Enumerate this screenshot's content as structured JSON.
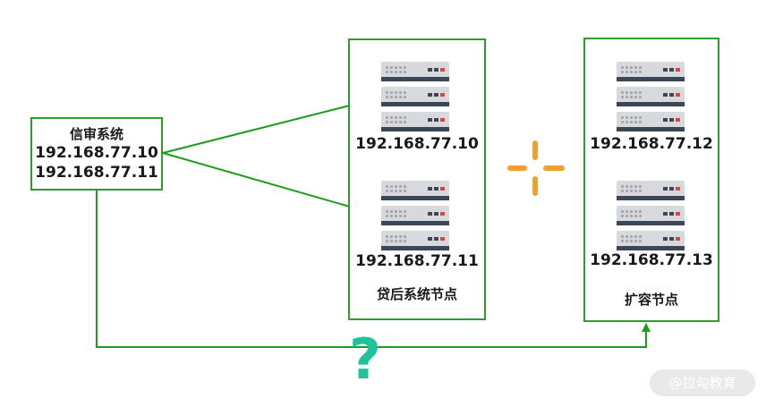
{
  "credit_system": {
    "title": "信审系统",
    "ip_1": "192.168.77.10",
    "ip_2": "192.168.77.11"
  },
  "post_loan_nodes": {
    "label": "贷后系统节点",
    "server_1_ip": "192.168.77.10",
    "server_2_ip": "192.168.77.11"
  },
  "expansion_nodes": {
    "label": "扩容节点",
    "server_1_ip": "192.168.77.12",
    "server_2_ip": "192.168.77.13"
  },
  "question_mark": "?",
  "watermark": "@拉勾教育",
  "colors": {
    "border": "#2e9c2e",
    "arrow": "#1a9e1a",
    "plus": "#f0a02b",
    "question": "#1fc29a",
    "server_light": "#d8d9dc",
    "server_dark": "#3b4656",
    "led_red": "#e04343"
  },
  "icons": {
    "server": "server-rack-icon",
    "plus": "plus-sparkle-icon",
    "question": "question-mark-icon"
  }
}
